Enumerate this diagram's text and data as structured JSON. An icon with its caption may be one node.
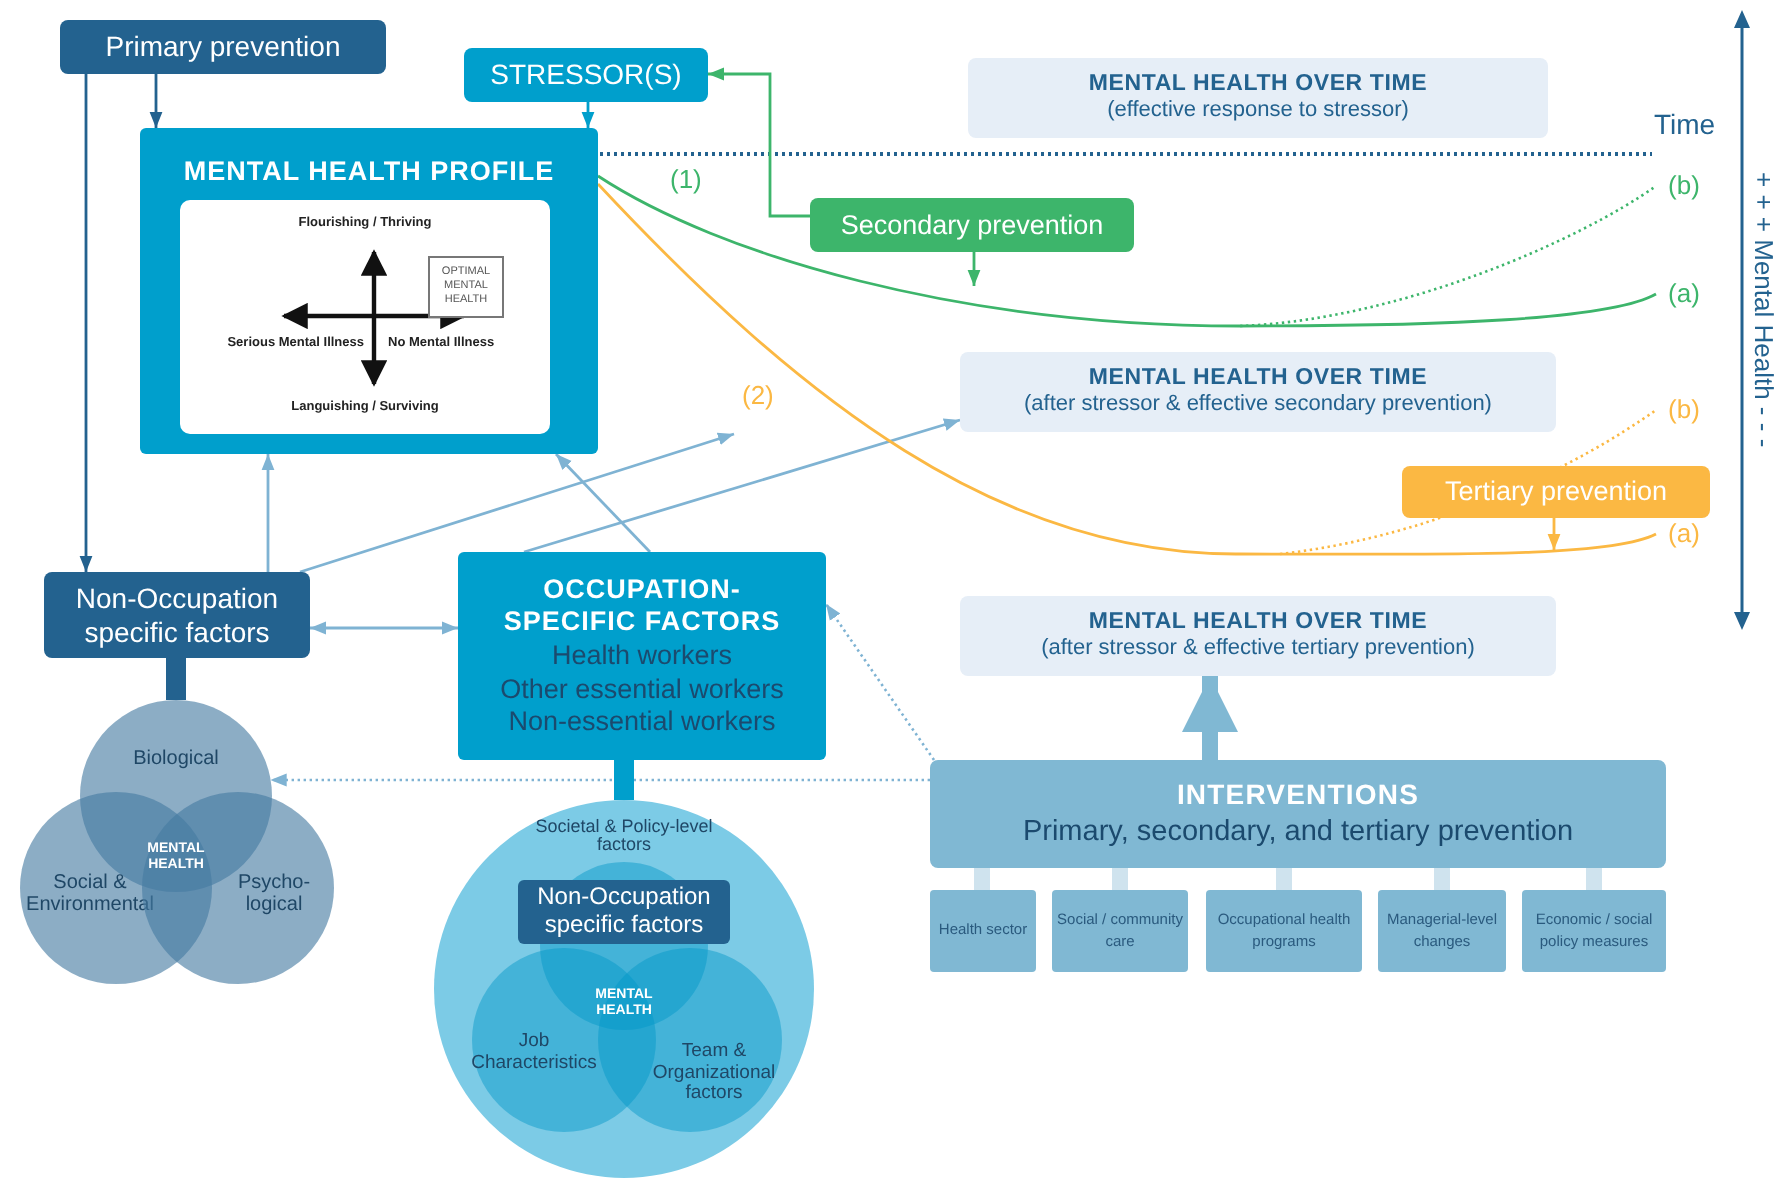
{
  "diagram": {
    "nodes": [
      {
        "text": [
          "Primary prevention"
        ]
      },
      {
        "text": [
          "STRESSOR(S)"
        ]
      },
      {
        "text": [
          "MENTAL HEALTH PROFILE"
        ]
      },
      {
        "text": [
          "Flourishing / Thriving",
          "Serious Mental Illness",
          "No Mental Illness",
          "Languishing / Surviving"
        ],
        "in": 2
      },
      {
        "text": [
          "OPTIMAL MENTAL HEALTH"
        ],
        "in": 3
      },
      {
        "text": [
          "Secondary prevention"
        ]
      },
      {
        "text": [
          "MENTAL HEALTH OVER TIME",
          "(effective response to stressor)"
        ]
      },
      {
        "text": [
          "MENTAL HEALTH OVER TIME",
          "(after stressor & effective secondary prevention)"
        ]
      },
      {
        "text": [
          "Tertiary prevention"
        ]
      },
      {
        "text": [
          "MENTAL HEALTH OVER TIME",
          "(after stressor & effective tertiary prevention)"
        ]
      },
      {
        "text": [
          "Non-Occupation specific factors"
        ]
      },
      {
        "text": [
          "OCCUPATION-SPECIFIC FACTORS",
          "Health workers",
          "Other essential workers",
          "Non-essential workers"
        ]
      },
      {
        "text": [
          "INTERVENTIONS",
          "Primary, secondary, and tertiary prevention"
        ]
      },
      {
        "text": [
          "Health sector"
        ]
      },
      {
        "text": [
          "Social / community care"
        ]
      },
      {
        "text": [
          "Occupational health programs"
        ]
      },
      {
        "text": [
          "Managerial-level changes"
        ]
      },
      {
        "text": [
          "Economic / social policy measures"
        ]
      },
      {
        "text": [
          "Biological"
        ]
      },
      {
        "text": [
          "Social & Environmental"
        ]
      },
      {
        "text": [
          "Psycho-logical"
        ]
      },
      {
        "text": [
          "Societal & Policy-level factors"
        ]
      },
      {
        "text": [
          "Non-Occupation specific factors"
        ],
        "in": 21
      },
      {
        "text": [
          "Job Characteristics"
        ],
        "in": 21
      },
      {
        "text": [
          "Team & Organizational factors"
        ],
        "in": 21
      },
      {
        "text": [
          "(b)"
        ]
      },
      {
        "text": [
          "(a)"
        ]
      },
      {
        "text": [
          "(b)"
        ]
      },
      {
        "text": [
          "(a)"
        ]
      }
    ],
    "edges": [
      {
        "from": 0,
        "to": 2,
        "arrow": "to",
        "color": "#23628f"
      },
      {
        "from": 0,
        "to": 10,
        "arrow": "to",
        "color": "#23628f"
      },
      {
        "from": 1,
        "to": 2,
        "arrow": "to",
        "color": "#009fcc"
      },
      {
        "from": 5,
        "to": 1,
        "arrow": "to",
        "color": "#3db56b"
      },
      {
        "from": 5,
        "to": null,
        "arrow": "to",
        "color": "#3db56b"
      },
      {
        "from": 8,
        "to": null,
        "arrow": "to",
        "color": "#fbb843"
      },
      {
        "from": 10,
        "to": 2,
        "arrow": "to"
      },
      {
        "from": 11,
        "to": 2,
        "arrow": "to"
      },
      {
        "from": 10,
        "to": 11,
        "arrow": "both"
      },
      {
        "from": 10,
        "to": null,
        "arrow": "to"
      },
      {
        "from": 11,
        "to": 7,
        "arrow": "to"
      },
      {
        "from": 12,
        "to": 11,
        "arrow": "to",
        "style": "dashed"
      },
      {
        "from": 12,
        "to": 18,
        "arrow": "to",
        "style": "dashed"
      },
      {
        "from": 12,
        "to": 9,
        "arrow": "to",
        "style": "thick",
        "color": "#80b8d3"
      },
      {
        "from": 12,
        "to": 13,
        "arrow": "none",
        "style": "thick",
        "color": "#cfe3ee"
      },
      {
        "from": 12,
        "to": 14,
        "arrow": "none",
        "style": "thick",
        "color": "#cfe3ee"
      },
      {
        "from": 12,
        "to": 15,
        "arrow": "none",
        "style": "thick",
        "color": "#cfe3ee"
      },
      {
        "from": 12,
        "to": 16,
        "arrow": "none",
        "style": "thick",
        "color": "#cfe3ee"
      },
      {
        "from": 12,
        "to": 17,
        "arrow": "none",
        "style": "thick",
        "color": "#cfe3ee"
      },
      {
        "from": 10,
        "to": 18,
        "arrow": "none",
        "style": "thick",
        "color": "#23628f"
      },
      {
        "from": 11,
        "to": 21,
        "arrow": "none",
        "style": "thick",
        "color": "#009fcc"
      },
      {
        "from": 2,
        "to": 26,
        "arrow": "none",
        "label": "(1)",
        "color": "#3db56b"
      },
      {
        "from": null,
        "to": 25,
        "arrow": "none",
        "style": "dashed",
        "color": "#3db56b"
      },
      {
        "from": 2,
        "to": 28,
        "arrow": "none",
        "label": "(2)",
        "color": "#fbb843"
      },
      {
        "from": null,
        "to": 27,
        "arrow": "none",
        "style": "dashed",
        "color": "#fbb843"
      }
    ],
    "labels": [
      "Time",
      "+ + + Mental Health - - -",
      "MENTAL HEALTH",
      "MENTAL HEALTH"
    ]
  }
}
